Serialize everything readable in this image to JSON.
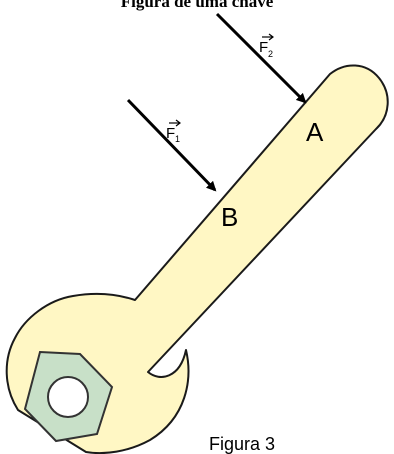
{
  "header_fragment": "Figura de uma chave",
  "labels": {
    "point_a": "A",
    "point_b": "B",
    "force_1_letter": "F",
    "force_1_subscript": "1",
    "force_2_letter": "F",
    "force_2_subscript": "2",
    "caption": "Figura 3"
  },
  "colors": {
    "wrench_fill": "#FFF7C4",
    "nut_fill": "#C8E0C8",
    "outline": "#1a1a1a",
    "arrow": "#000000"
  }
}
